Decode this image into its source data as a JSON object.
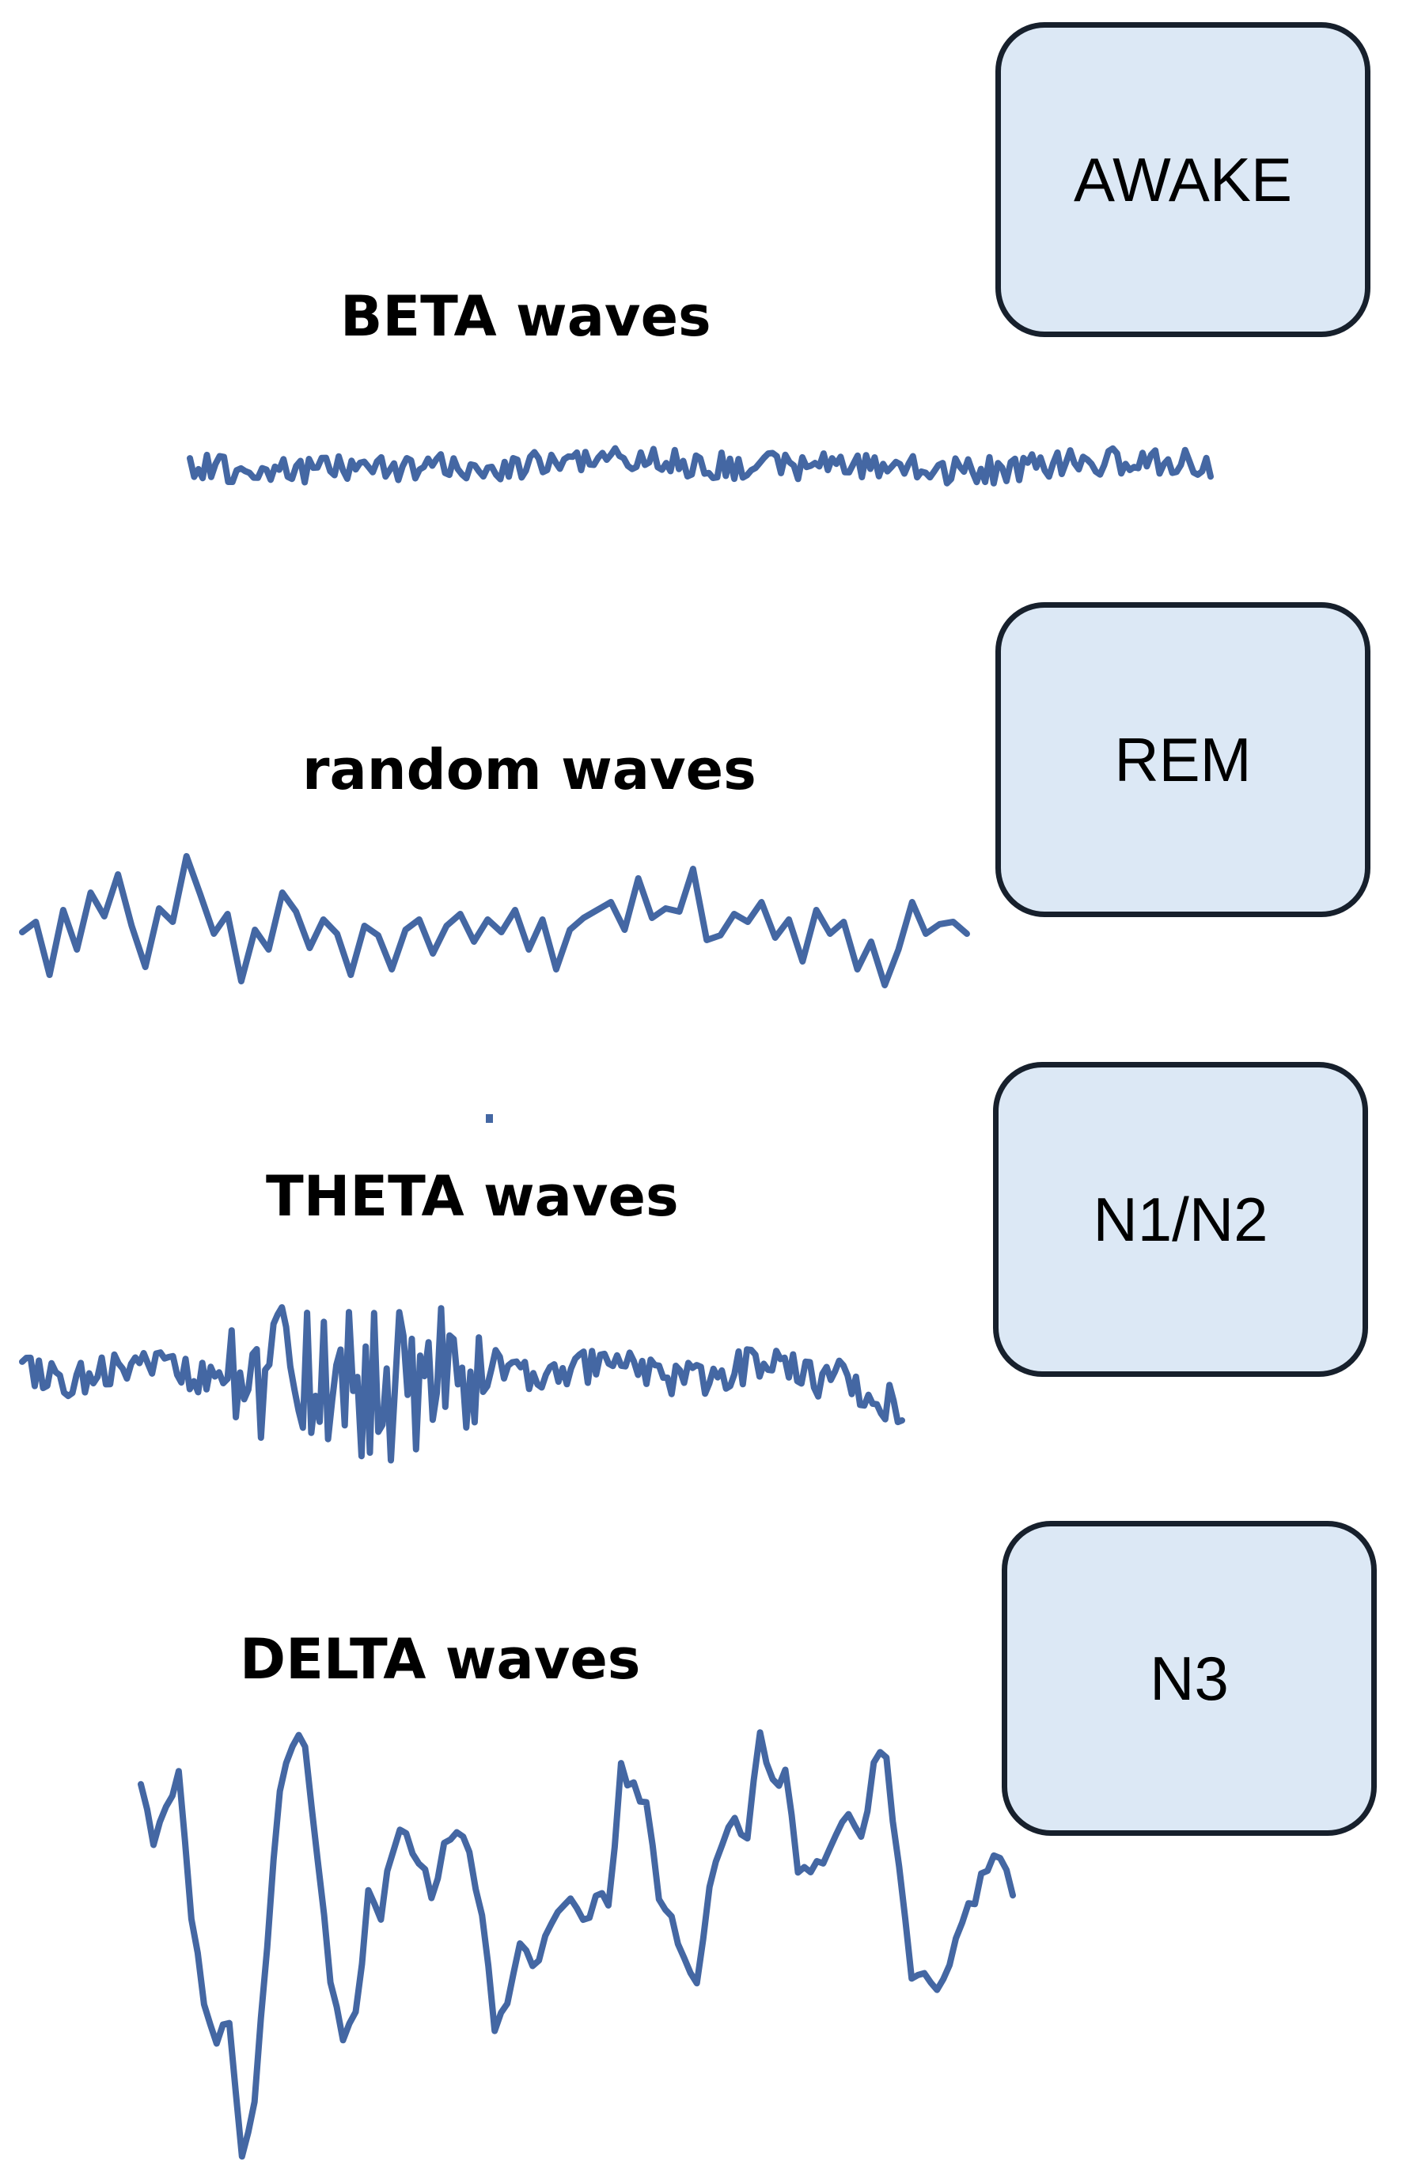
{
  "waves": [
    {
      "id": "beta",
      "label": "BETA waves"
    },
    {
      "id": "random",
      "label": "random waves"
    },
    {
      "id": "theta",
      "label": "THETA waves"
    },
    {
      "id": "delta",
      "label": "DELTA waves"
    }
  ],
  "stages": [
    {
      "id": "awake",
      "label": "AWAKE"
    },
    {
      "id": "rem",
      "label": "REM"
    },
    {
      "id": "n1n2",
      "label": "N1/N2"
    },
    {
      "id": "n3",
      "label": "N3"
    }
  ],
  "colors": {
    "wave_stroke": "#4467a3",
    "box_fill": "#dce8f5",
    "box_border": "#17202c"
  }
}
